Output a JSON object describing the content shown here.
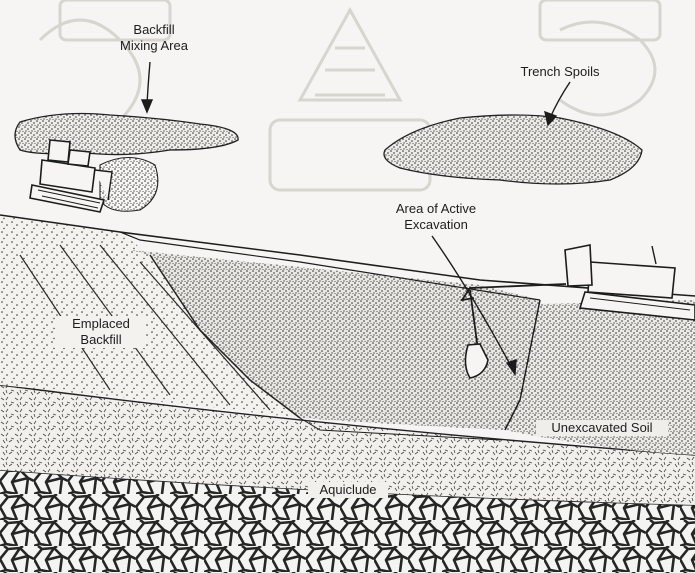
{
  "labels": {
    "backfill_mixing_area_line1": "Backfill",
    "backfill_mixing_area_line2": "Mixing Area",
    "trench_spoils": "Trench Spoils",
    "active_excavation_line1": "Area of Active",
    "active_excavation_line2": "Excavation",
    "emplaced_backfill_line1": "Emplaced",
    "emplaced_backfill_line2": "Backfill",
    "unexcavated_soil": "Unexcavated Soil",
    "aquiclude": "Aquiclude"
  },
  "colors": {
    "background": "#f6f5f3",
    "ink": "#1d1d1d",
    "stipple": "#2b2b2b",
    "watermark": "#d8d5d0"
  }
}
